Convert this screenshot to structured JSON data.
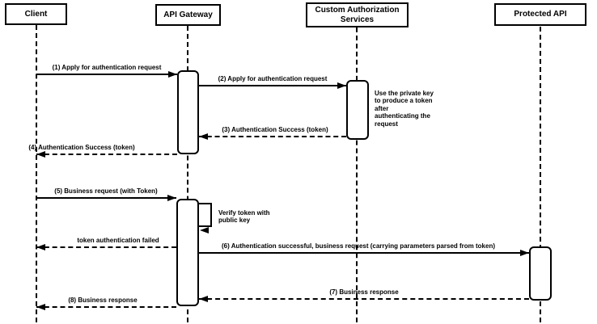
{
  "diagram_type": "uml-sequence",
  "colors": {
    "line": "#000000",
    "fill": "#ffffff",
    "text": "#000000"
  },
  "actors": [
    {
      "label": "Client"
    },
    {
      "label": "API Gateway"
    },
    {
      "label": "Custom Authorization Services"
    },
    {
      "label": "Protected API"
    }
  ],
  "messages": [
    {
      "label": "(1) Apply for authentication request",
      "style": "solid",
      "from": "Client",
      "to": "API Gateway"
    },
    {
      "label": "(2) Apply for authentication request",
      "style": "solid",
      "from": "API Gateway",
      "to": "Custom Authorization Services"
    },
    {
      "label": "(3) Authentication Success (token)",
      "style": "dashed",
      "from": "Custom Authorization Services",
      "to": "API Gateway"
    },
    {
      "label": "(4) Authentication Success (token)",
      "style": "dashed",
      "from": "API Gateway",
      "to": "Client"
    },
    {
      "label": "(5) Business request (with Token)",
      "style": "solid",
      "from": "Client",
      "to": "API Gateway"
    },
    {
      "label": "Verify token with public key",
      "style": "self",
      "from": "API Gateway",
      "to": "API Gateway"
    },
    {
      "label": "token authentication failed",
      "style": "dashed",
      "from": "API Gateway",
      "to": "Client"
    },
    {
      "label": "(6) Authentication successful, business request (carrying parameters parsed from token)",
      "style": "solid",
      "from": "API Gateway",
      "to": "Protected API"
    },
    {
      "label": "(7) Business response",
      "style": "dashed",
      "from": "Protected API",
      "to": "API Gateway"
    },
    {
      "label": "(8) Business response",
      "style": "dashed",
      "from": "API Gateway",
      "to": "Client"
    }
  ],
  "notes": [
    {
      "text": "Use the private key to produce a token after authenticating the request"
    }
  ]
}
